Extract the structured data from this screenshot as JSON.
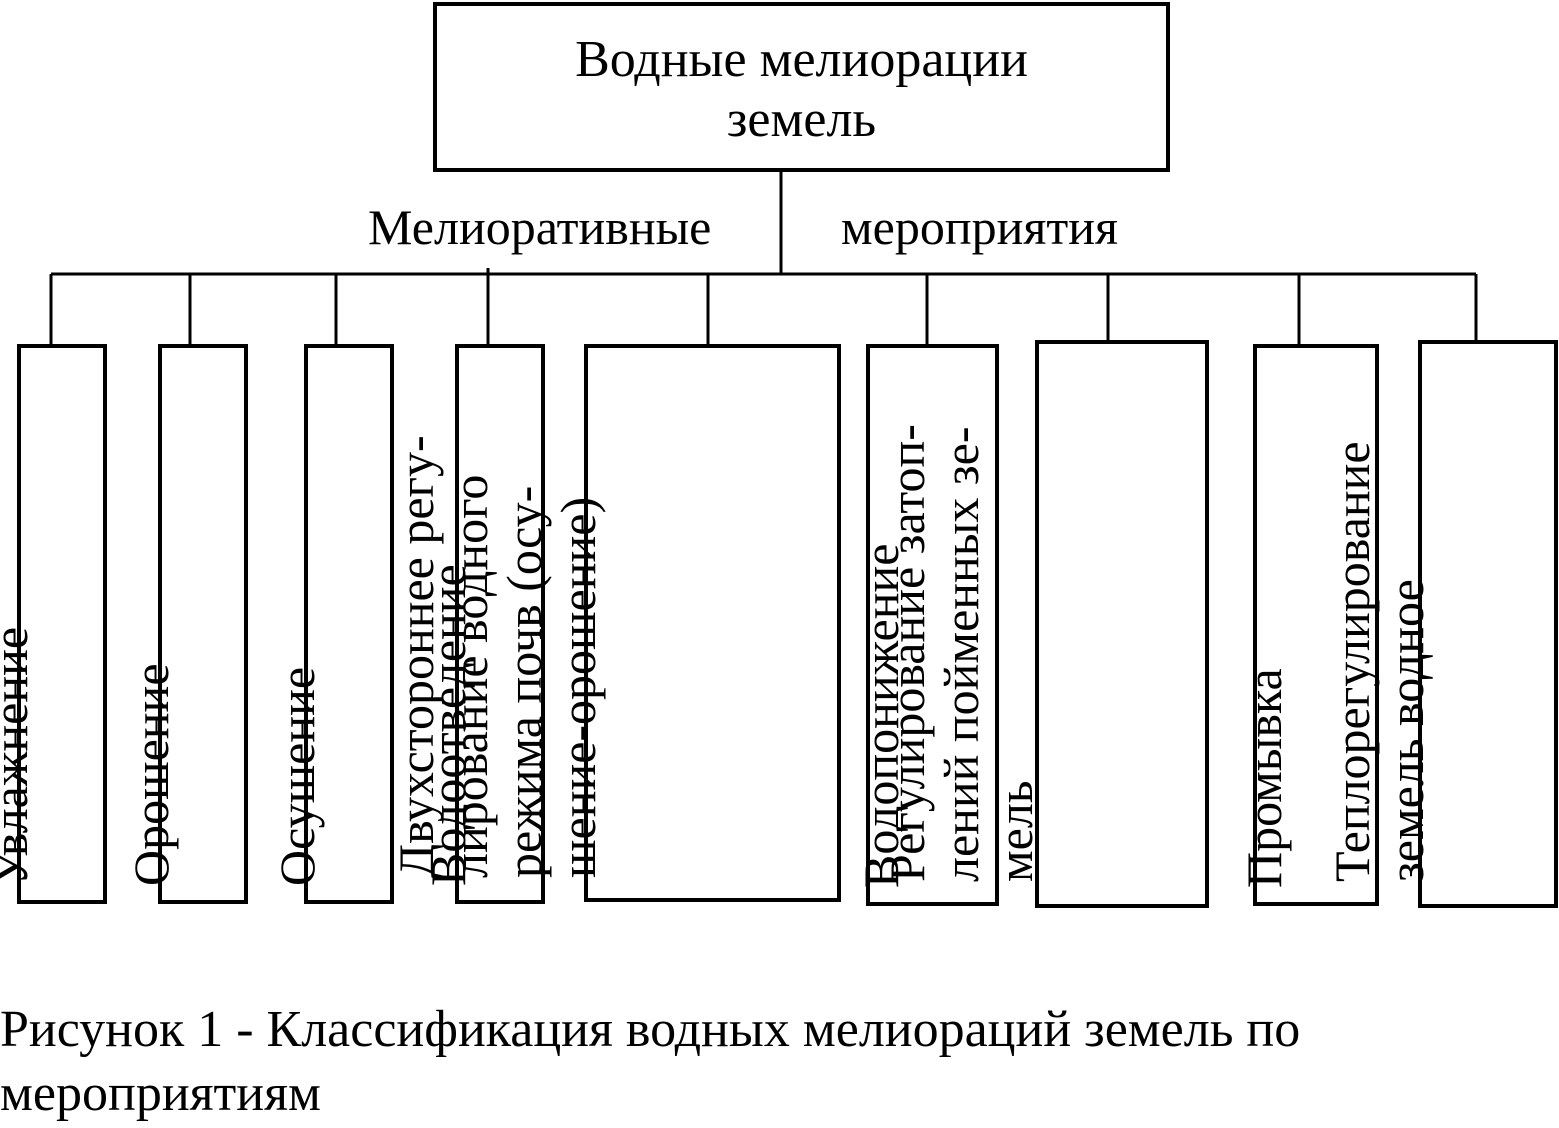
{
  "root": {
    "line1": "Водные мелиорации",
    "line2": "земель"
  },
  "branch": {
    "left": "Мелиоративные",
    "right": "мероприятия"
  },
  "categories": [
    {
      "lines": [
        "Увлажнение"
      ]
    },
    {
      "lines": [
        "Орошение"
      ]
    },
    {
      "lines": [
        "Осушение"
      ]
    },
    {
      "lines": [
        "Водоотведение"
      ]
    },
    {
      "lines": [
        "Двухстороннее регу-",
        "лирование водного",
        "режима почв (осу-",
        "шение-орошение)"
      ]
    },
    {
      "lines": [
        "Водопонижение"
      ]
    },
    {
      "lines": [
        "Регулирование затоп-",
        "лений пойменных зе-",
        "мель"
      ]
    },
    {
      "lines": [
        "Промывка"
      ]
    },
    {
      "lines": [
        "Теплорегулирование",
        "земель водное"
      ]
    }
  ],
  "caption": {
    "line1": "Рисунок 1 - Классификация водных мелиораций земель по",
    "line2": "мероприятиям"
  }
}
